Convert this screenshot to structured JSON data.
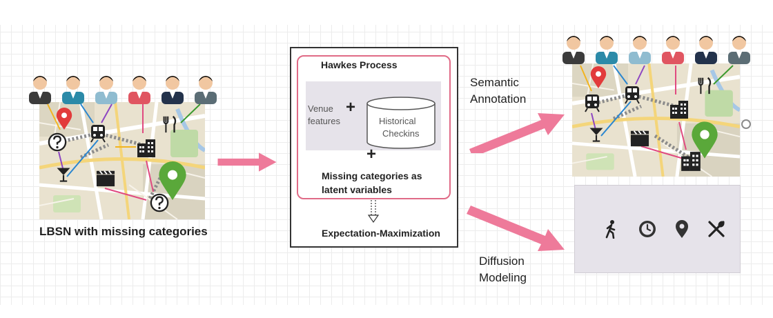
{
  "left_panel": {
    "caption": "LBSN with missing categories"
  },
  "middle_panel": {
    "hawkes_title": "Hawkes Process",
    "venue_features_line1": "Venue",
    "venue_features_line2": "features",
    "plus_symbol": "+",
    "historical_line1": "Historical",
    "historical_line2": "Checkins",
    "plus_symbol_2": "+",
    "missing_line1": "Missing categories as",
    "missing_line2": "latent variables",
    "em_label": "Expectation-Maximization"
  },
  "right_panel": {
    "semantic_line1": "Semantic",
    "semantic_line2": "Annotation",
    "diffusion_line1": "Diffusion",
    "diffusion_line2": "Modeling"
  },
  "legend_icons": [
    "walking-person-icon",
    "clock-icon",
    "location-pin-icon",
    "fork-knife-icon"
  ],
  "colors": {
    "accent_pink": "#ee7a9a",
    "hawkes_border": "#e06a86",
    "gray_panel": "#e6e3ea",
    "pin_red": "#e23b3b",
    "pin_green": "#5aa83a"
  }
}
